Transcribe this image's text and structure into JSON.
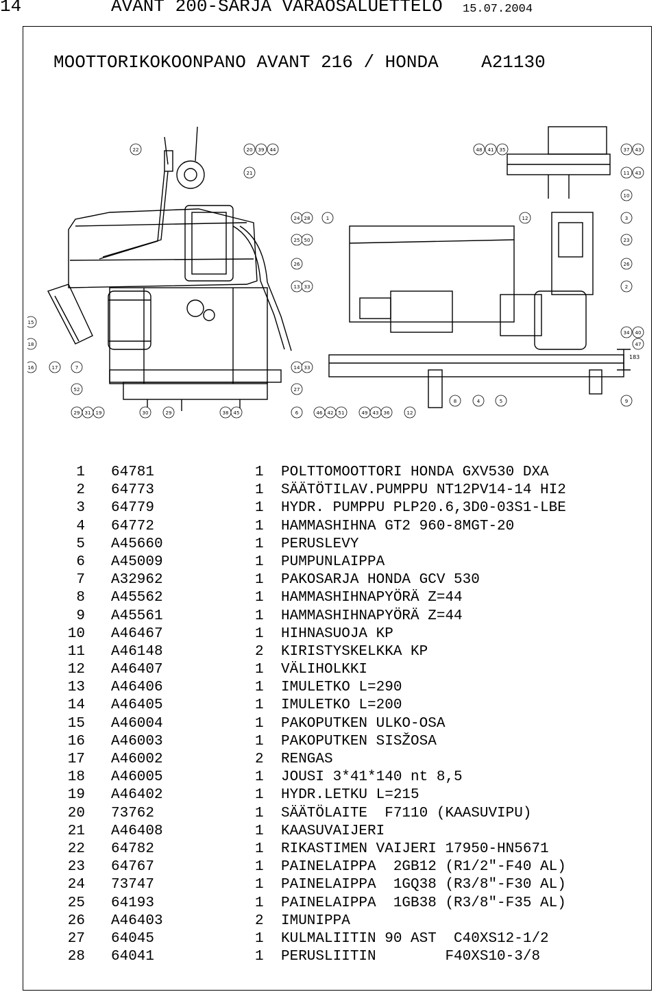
{
  "header": {
    "page_number": "14",
    "title": "AVANT 200-SARJA VARAOSALUETTELO",
    "date": "15.07.2004"
  },
  "title": "MOOTTORIKOKOONPANO AVANT 216 / HONDA    A21130",
  "drawing": {
    "height_dimension": "183",
    "balloons": [
      "22",
      "20",
      "39",
      "44",
      "48",
      "41",
      "35",
      "37",
      "43",
      "21",
      "11",
      "43",
      "10",
      "24",
      "28",
      "1",
      "12",
      "3",
      "25",
      "50",
      "23",
      "26",
      "26",
      "13",
      "33",
      "2",
      "15",
      "34",
      "40",
      "18",
      "47",
      "16",
      "17",
      "7",
      "14",
      "33",
      "52",
      "27",
      "29",
      "31",
      "19",
      "30",
      "29",
      "38",
      "45",
      "6",
      "46",
      "42",
      "51",
      "49",
      "43",
      "36",
      "12",
      "8",
      "4",
      "5",
      "9"
    ]
  },
  "parts": [
    {
      "no": "1",
      "code": "64781",
      "qty": "1",
      "desc": "POLTTOMOOTTORI HONDA GXV530 DXA"
    },
    {
      "no": "2",
      "code": "64773",
      "qty": "1",
      "desc": "SÄÄTÖTILAV.PUMPPU NT12PV14-14 HI2"
    },
    {
      "no": "3",
      "code": "64779",
      "qty": "1",
      "desc": "HYDR. PUMPPU PLP20.6,3D0-03S1-LBE"
    },
    {
      "no": "4",
      "code": "64772",
      "qty": "1",
      "desc": "HAMMASHIHNA GT2 960-8MGT-20"
    },
    {
      "no": "5",
      "code": "A45660",
      "qty": "1",
      "desc": "PERUSLEVY"
    },
    {
      "no": "6",
      "code": "A45009",
      "qty": "1",
      "desc": "PUMPUNLAIPPA"
    },
    {
      "no": "7",
      "code": "A32962",
      "qty": "1",
      "desc": "PAKOSARJA HONDA GCV 530"
    },
    {
      "no": "8",
      "code": "A45562",
      "qty": "1",
      "desc": "HAMMASHIHNAPYÖRÄ Z=44"
    },
    {
      "no": "9",
      "code": "A45561",
      "qty": "1",
      "desc": "HAMMASHIHNAPYÖRÄ Z=44"
    },
    {
      "no": "10",
      "code": "A46467",
      "qty": "1",
      "desc": "HIHNASUOJA KP"
    },
    {
      "no": "11",
      "code": "A46148",
      "qty": "2",
      "desc": "KIRISTYSKELKKA KP"
    },
    {
      "no": "12",
      "code": "A46407",
      "qty": "1",
      "desc": "VÄLIHOLKKI"
    },
    {
      "no": "13",
      "code": "A46406",
      "qty": "1",
      "desc": "IMULETKO L=290"
    },
    {
      "no": "14",
      "code": "A46405",
      "qty": "1",
      "desc": "IMULETKO L=200"
    },
    {
      "no": "15",
      "code": "A46004",
      "qty": "1",
      "desc": "PAKOPUTKEN ULKO-OSA"
    },
    {
      "no": "16",
      "code": "A46003",
      "qty": "1",
      "desc": "PAKOPUTKEN SISŽOSA"
    },
    {
      "no": "17",
      "code": "A46002",
      "qty": "2",
      "desc": "RENGAS"
    },
    {
      "no": "18",
      "code": "A46005",
      "qty": "1",
      "desc": "JOUSI 3*41*140 nt 8,5"
    },
    {
      "no": "19",
      "code": "A46402",
      "qty": "1",
      "desc": "HYDR.LETKU L=215"
    },
    {
      "no": "20",
      "code": "73762",
      "qty": "1",
      "desc": "SÄÄTÖLAITE  F7110 (KAASUVIPU)"
    },
    {
      "no": "21",
      "code": "A46408",
      "qty": "1",
      "desc": "KAASUVAIJERI"
    },
    {
      "no": "22",
      "code": "64782",
      "qty": "1",
      "desc": "RIKASTIMEN VAIJERI 17950-HN5671"
    },
    {
      "no": "23",
      "code": "64767",
      "qty": "1",
      "desc": "PAINELAIPPA  2GB12 (R1/2\"-F40 AL)"
    },
    {
      "no": "24",
      "code": "73747",
      "qty": "1",
      "desc": "PAINELAIPPA  1GQ38 (R3/8\"-F30 AL)"
    },
    {
      "no": "25",
      "code": "64193",
      "qty": "1",
      "desc": "PAINELAIPPA  1GB38 (R3/8\"-F35 AL)"
    },
    {
      "no": "26",
      "code": "A46403",
      "qty": "2",
      "desc": "IMUNIPPA"
    },
    {
      "no": "27",
      "code": "64045",
      "qty": "1",
      "desc": "KULMALIITIN 90 AST  C40XS12-1/2"
    },
    {
      "no": "28",
      "code": "64041",
      "qty": "1",
      "desc": "PERUSLIITIN        F40XS10-3/8"
    }
  ]
}
